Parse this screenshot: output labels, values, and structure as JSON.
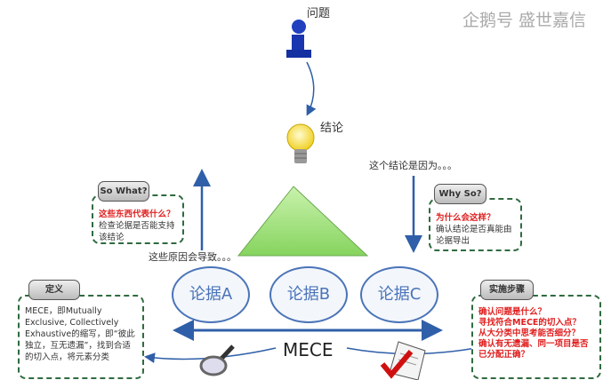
{
  "top": {
    "question_label": "问题",
    "conclusion_label": "结论"
  },
  "left_arrow_caption": "这些原因会导致。。。",
  "right_arrow_caption": "这个结论是因为。。。",
  "so_what": {
    "tab": "So What?",
    "highlight": "这些东西代表什么？",
    "body": "检查论据是否能支持该结论"
  },
  "why_so": {
    "tab": "Why So?",
    "highlight": "为什么会这样？",
    "body": "确认结论是否真能由论据导出"
  },
  "arguments": [
    "论据A",
    "论据B",
    "论据C"
  ],
  "mece_label": "MECE",
  "definition": {
    "tab": "定义",
    "body": "MECE，即Mutually Exclusive, Collectively Exhaustive的缩写，即“彼此独立，互无遗漏”，找到合适的切入点，将元素分类"
  },
  "steps": {
    "tab": "实施步骤",
    "items": [
      "确认问题是什么？",
      "寻找符合MECE的切入点？",
      "从大分类中思考能否细分？",
      "确认有无遗漏、同一项目是否已分配正确？"
    ]
  },
  "watermark": "企鹅号 盛世嘉信",
  "colors": {
    "arrow": "#2f5fa8",
    "triangle": "#9fe07a",
    "dashed_border": "#2f6b3f",
    "highlight": "#e02020"
  }
}
